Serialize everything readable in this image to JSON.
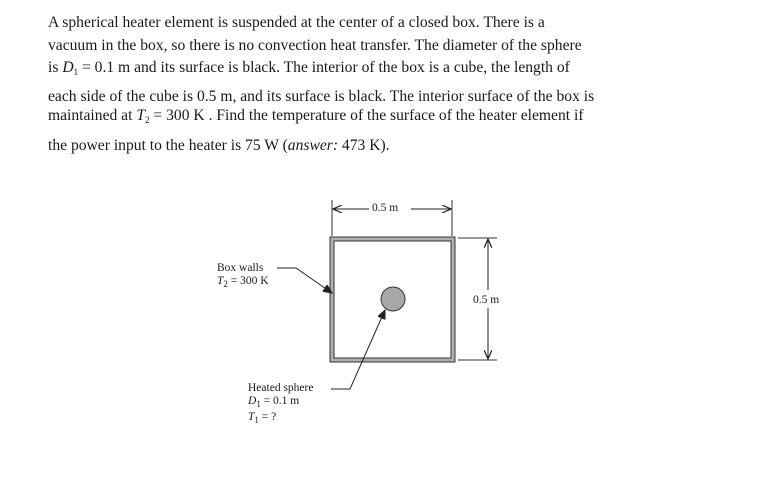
{
  "problem": {
    "lines": [
      "A spherical heater element is suspended at the center of a closed box. There is a",
      "vacuum in the box, so there is no convection heat transfer. The diameter of the sphere",
      {
        "pre": "is ",
        "var": "D",
        "sub": "1",
        "post": " = 0.1 m  and its surface is black. The interior of the box is a cube, the length of"
      },
      "each side of the cube is 0.5 m, and its surface is black. The interior surface of the box is",
      {
        "pre": "maintained at  ",
        "var": "T",
        "sub": "2",
        "post": " = 300 K . Find the temperature of the surface of the heater element if"
      },
      {
        "pre": "the power input to the heater is 75 W (",
        "italic": "answer:",
        "post": " 473 K)."
      }
    ]
  },
  "figure": {
    "top_dimension": "0.5 m",
    "right_dimension": "0.5 m",
    "box_label": {
      "title": "Box walls",
      "var": "T",
      "sub": "2",
      "value": " = 300 K"
    },
    "sphere_label": {
      "title": "Heated sphere",
      "diameter": {
        "var": "D",
        "sub": "1",
        "value": " = 0.1 m"
      },
      "temperature": {
        "var": "T",
        "sub": "1",
        "value": " = ?"
      }
    },
    "colors": {
      "wall_fill": "#b0b0b0",
      "sphere_fill": "#a8a8a8",
      "stroke": "#222222"
    }
  }
}
